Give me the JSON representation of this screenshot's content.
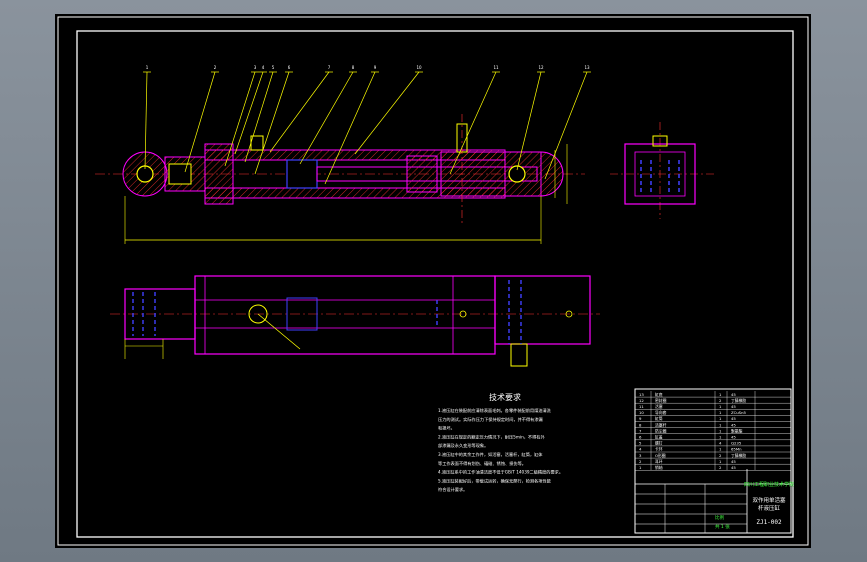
{
  "tech_req": {
    "title": "技术要求",
    "lines": [
      "1.液压缸在装配前应清除表面毛刺，各零件装配前用煤油清洗",
      "1.液压缸在装配前应清除表面毛刺。各零件装配前用煤油清洗",
      "压力的测试。实际作压力下保持规定时间，并不得有渗漏",
      "和损坏。",
      "2.液压缸在规定的额定压力情况下，耐压5min，不得有外",
      "部渗漏及永久变形等现象。",
      "3.液压缸中的其余工作件，如活塞，活塞杆，缸筒，缸体",
      "等工作表面不得有划伤、磕碰、锈蚀、损伤等。",
      "4.液压缸系中的工作油清洁度不低于GB/T 14039二级精度的要求。",
      "5.液压缸装配好后，带载试运转，确保无爬行，检测各项性能",
      "符合设计要求。"
    ]
  },
  "title_block": {
    "school": "四川工程职业技术学院",
    "title_line1": "双作用单活塞",
    "title_line2": "杆液压缸",
    "drawing_no": "ZJ1-002",
    "scale_label": "比例",
    "sheet_label": "共 1 张",
    "parts": [
      {
        "no": "13",
        "name": "缸底",
        "qty": "1",
        "mat": "45"
      },
      {
        "no": "12",
        "name": "密封圈",
        "qty": "2",
        "mat": "丁腈橡胶"
      },
      {
        "no": "11",
        "name": "活塞",
        "qty": "1",
        "mat": "45"
      },
      {
        "no": "10",
        "name": "导向套",
        "qty": "1",
        "mat": "ZCuSn5"
      },
      {
        "no": "9",
        "name": "缸筒",
        "qty": "1",
        "mat": "45"
      },
      {
        "no": "8",
        "name": "活塞杆",
        "qty": "1",
        "mat": "45"
      },
      {
        "no": "7",
        "name": "防尘圈",
        "qty": "1",
        "mat": "聚氨酯"
      },
      {
        "no": "6",
        "name": "缸盖",
        "qty": "1",
        "mat": "45"
      },
      {
        "no": "5",
        "name": "螺钉",
        "qty": "4",
        "mat": "Q235"
      },
      {
        "no": "4",
        "name": "卡环",
        "qty": "1",
        "mat": "65Mn"
      },
      {
        "no": "3",
        "name": "O形圈",
        "qty": "2",
        "mat": "丁腈橡胶"
      },
      {
        "no": "2",
        "name": "耳环",
        "qty": "1",
        "mat": "45"
      },
      {
        "no": "1",
        "name": "销轴",
        "qty": "2",
        "mat": "45"
      }
    ]
  },
  "balloons": [
    "1",
    "2",
    "3",
    "4",
    "5",
    "6",
    "7",
    "8",
    "9",
    "10",
    "11",
    "12",
    "13"
  ],
  "colors": {
    "outline": "#ff00ff",
    "leader": "#ffff00",
    "hatch": "#ff3030",
    "center": "#ff3030",
    "hidden": "#4040ff",
    "text": "#ffffff",
    "green": "#40ff40",
    "frame": "#ffffff"
  }
}
